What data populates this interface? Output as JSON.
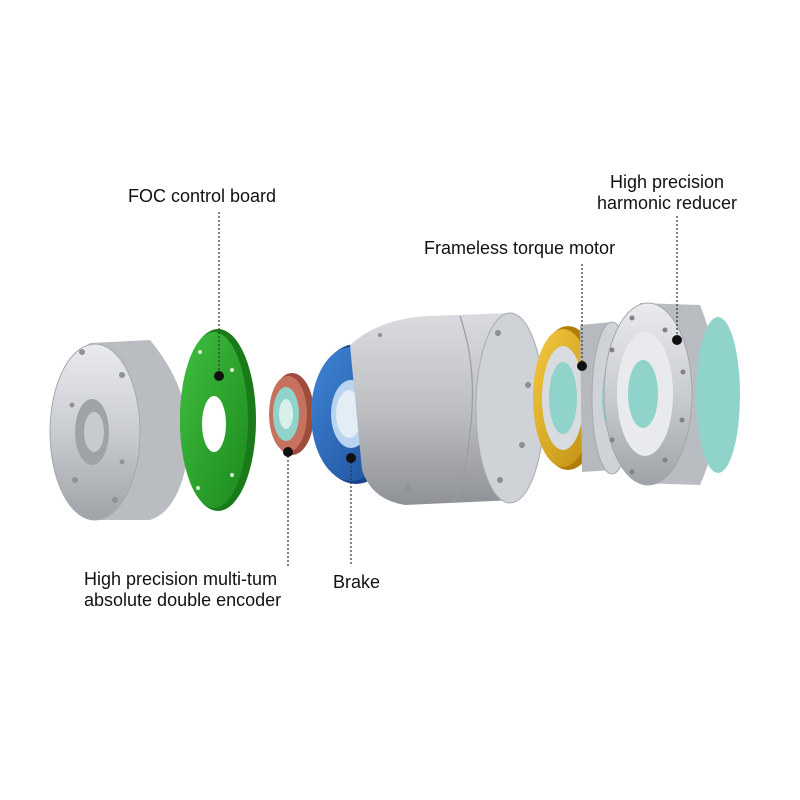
{
  "labels": {
    "foc_control_board": "FOC control board",
    "frameless_torque_motor": "Frameless torque motor",
    "harmonic_reducer_line1": "High precision",
    "harmonic_reducer_line2": "harmonic reducer",
    "encoder_line1": "High precision multi-tum",
    "encoder_line2": "absolute double encoder",
    "brake": "Brake"
  },
  "colors": {
    "housing_grey": "#c9ccd1",
    "pcb_green": "#2aa52a",
    "encoder_red": "#c7725e",
    "brake_blue": "#2d6fc0",
    "motor_grey": "#bdbfc3",
    "motor_ring_yellow": "#e6b21c",
    "reducer_grey": "#d6d9de",
    "teal_core": "#8fd3cb",
    "leader_line": "#333333"
  },
  "icons": [
    "leader-dot",
    "dotted-leader-line"
  ]
}
